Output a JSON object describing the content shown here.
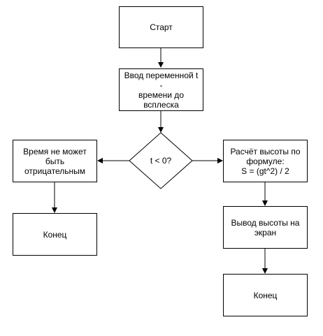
{
  "nodes": {
    "start": "Старт",
    "input": "Ввод переменной t -\nвремени до\nвсплеска",
    "decision": "t < 0?",
    "error": "Время не может\nбыть отрицательным",
    "end_left": "Конец",
    "calc": "Расчёт высоты по\nформуле:\nS = (gt^2) / 2",
    "output": "Вывод высоты на\nэкран",
    "end_right": "Конец"
  },
  "colors": {
    "stroke": "#000000",
    "fill": "#ffffff"
  }
}
